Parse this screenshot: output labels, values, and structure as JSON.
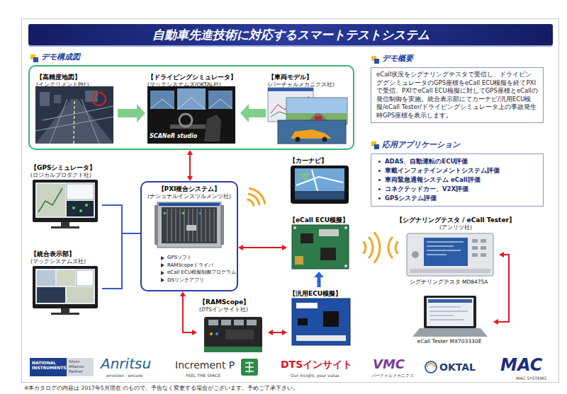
{
  "diagram": {
    "title": "自動車先進技術に対応するスマートテストシステム",
    "nodes": [
      {
        "text": []
      },
      {
        "text": [
          "【高精度地図】",
          "(インクリメントP社)"
        ],
        "in": 0
      },
      {
        "text": [
          "【ドライビングシミュレータ】",
          "(マックシステムズ/OKTAL社)"
        ],
        "in": 0
      },
      {
        "text": [
          "【車両モデル】",
          "(バーチャルメカニクス社)"
        ],
        "in": 0
      },
      {
        "text": [
          "デモ概要",
          "eCall状況をシグナリングテスタで受信し、ドライビンググシミュレータのGPS座標をeCall ECU模擬を経てPXIで受信、PXIでeCall ECU模擬に対してGPS座標とeCallの発信制御を実施。統合表示部にてカーナビ/汎用ECU模擬/eCall Tester/ドライビングシミュレータ上の事故発生時GPS座標を表示します。"
        ]
      },
      {
        "text": [
          "応用アプリケーション",
          "ADAS、自動運転のECU評価",
          "車載インフォテインメントシステム評価",
          "車両緊急通報システム eCall評価",
          "コネクテッドカー、V2X評価",
          "GPSシステム評価"
        ]
      },
      {
        "text": [
          "【GPSシミュレータ】",
          "(ロジカルプロダクト社)"
        ]
      },
      {
        "text": [
          "【PXI複合システム】",
          "(ナショナルインスツルメンツ社)",
          "GPSソフト",
          "RAMScopeドライバ",
          "eCall ECU模擬制御プログラム",
          "DSリンクアプリ"
        ]
      },
      {
        "text": [
          "【カーナビ】"
        ]
      },
      {
        "text": [
          "【eCall ECU模擬】"
        ]
      },
      {
        "text": [
          "【シグナリングテスタ / eCall Tester】",
          "(アンリツ社)"
        ]
      },
      {
        "text": [
          "シグナリングテスタ MD8475A"
        ],
        "in": 10
      },
      {
        "text": [
          "eCall Tester MX703330E"
        ],
        "in": 10
      },
      {
        "text": [
          "【統合表示部】",
          "(マックシステムズ社)"
        ]
      },
      {
        "text": [
          "【RAMScope】",
          "(DTSインサイト社)"
        ]
      },
      {
        "text": [
          "【汎用ECU模擬】"
        ]
      }
    ],
    "edges": [
      {
        "from": 1,
        "to": 2,
        "arrow": "to"
      },
      {
        "from": 3,
        "to": 2,
        "arrow": "to"
      },
      {
        "from": 0,
        "to": 7,
        "arrow": "both"
      },
      {
        "from": 7,
        "to": 6,
        "arrow": "none"
      },
      {
        "from": 7,
        "to": 13,
        "arrow": "none"
      },
      {
        "from": 7,
        "to": 9,
        "arrow": "both"
      },
      {
        "from": 15,
        "to": 9,
        "arrow": "to"
      },
      {
        "from": 7,
        "to": 14,
        "arrow": "both"
      },
      {
        "from": 14,
        "to": 15,
        "arrow": "both"
      },
      {
        "from": 11,
        "to": 12,
        "arrow": "both"
      }
    ],
    "labels": [
      "デモ構成図",
      "SCANeR studio",
      "NATIONAL INSTRUMENTS",
      "Silver Alliance Partner",
      "Anritsu",
      "envision : ensure",
      "Increment P",
      "FEEL THE SPACE",
      "DTSインサイト",
      "Our insight, your value",
      "VMC",
      "バーチャルメカニクス",
      "OKTAL",
      "MAC",
      "MAC SYSTEMS",
      "※本カタログの内容は 2017年5月現在 のもので、予告なく変更する場合がございます。予めご了承下さい。"
    ]
  }
}
